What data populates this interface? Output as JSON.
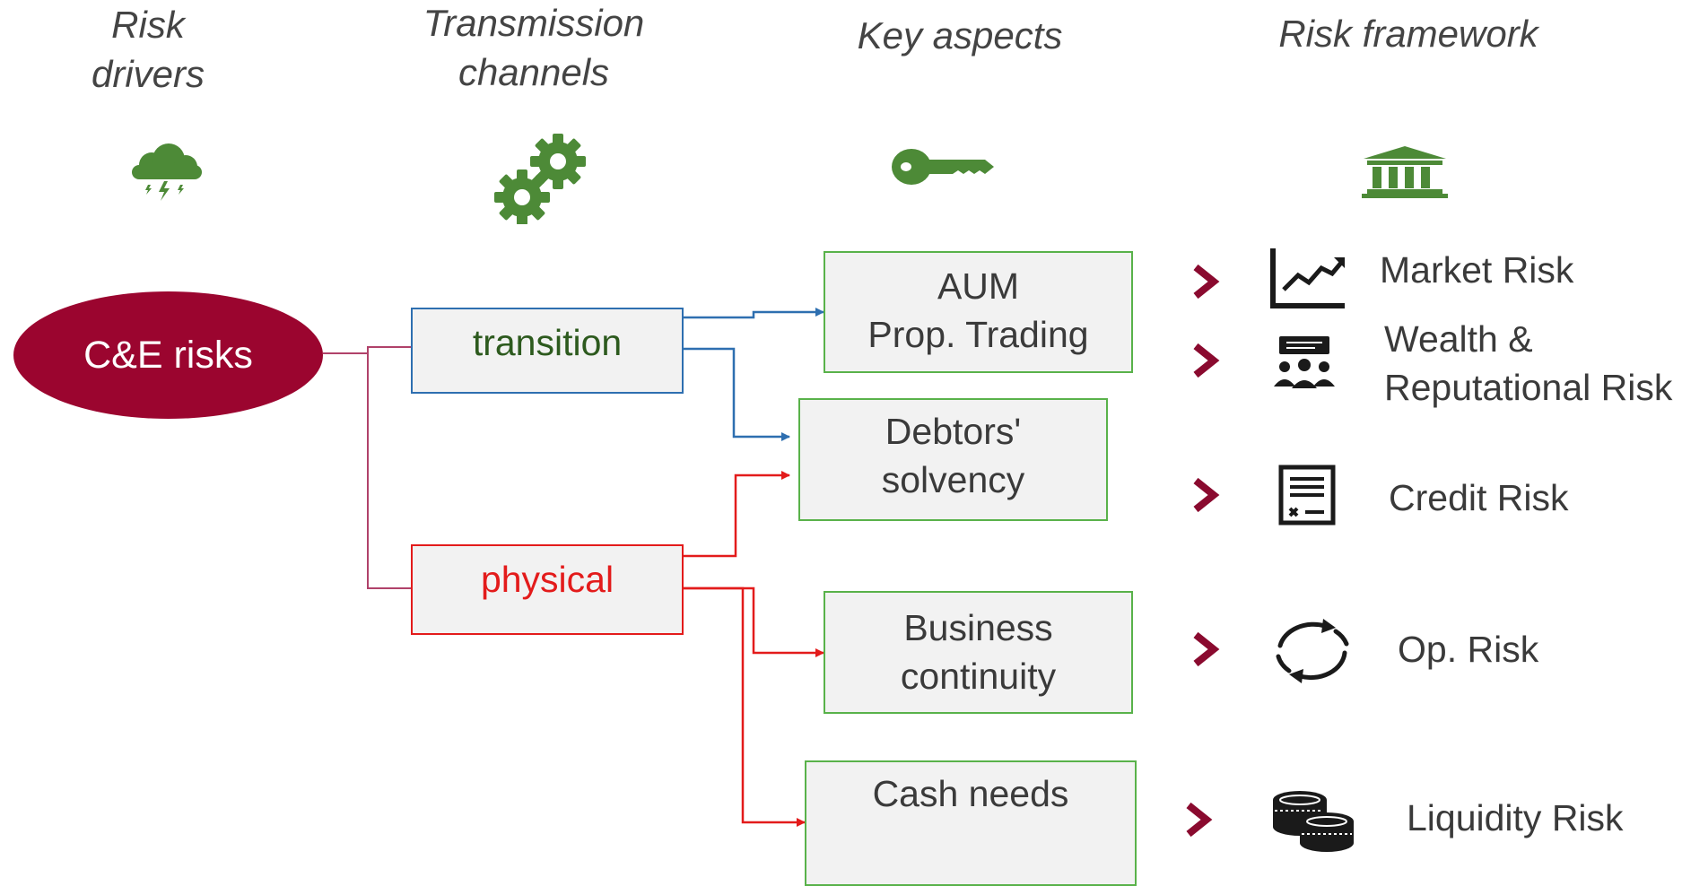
{
  "headers": {
    "risk_drivers": "Risk\ndrivers",
    "transmission_channels": "Transmission\nchannels",
    "key_aspects": "Key aspects",
    "risk_framework": "Risk framework"
  },
  "icons": {
    "risk_drivers": "storm-cloud-icon",
    "transmission_channels": "gears-icon",
    "key_aspects": "key-icon",
    "risk_framework": "bank-building-icon"
  },
  "source": {
    "label": "C&E risks"
  },
  "channels": {
    "transition": "transition",
    "physical": "physical"
  },
  "aspects": {
    "aum": "AUM\nProp. Trading",
    "debtors": "Debtors'\nsolvency",
    "business": "Business\ncontinuity",
    "cash": "Cash needs"
  },
  "risks": [
    {
      "label": "Market Risk",
      "icon": "line-chart-icon"
    },
    {
      "label": "Wealth &\nReputational Risk",
      "icon": "people-sign-icon"
    },
    {
      "label": "Credit Risk",
      "icon": "document-icon"
    },
    {
      "label": "Op. Risk",
      "icon": "cycle-arrows-icon"
    },
    {
      "label": "Liquidity Risk",
      "icon": "coins-icon"
    }
  ],
  "colors": {
    "icon_green": "#4d8a37",
    "box_green_border": "#59b24a",
    "ellipse": "#9b052f",
    "transition_blue": "#2e6fb0",
    "transition_text": "#2d5a1e",
    "physical_red": "#e31b1b",
    "chevron": "#8a0a2f"
  }
}
